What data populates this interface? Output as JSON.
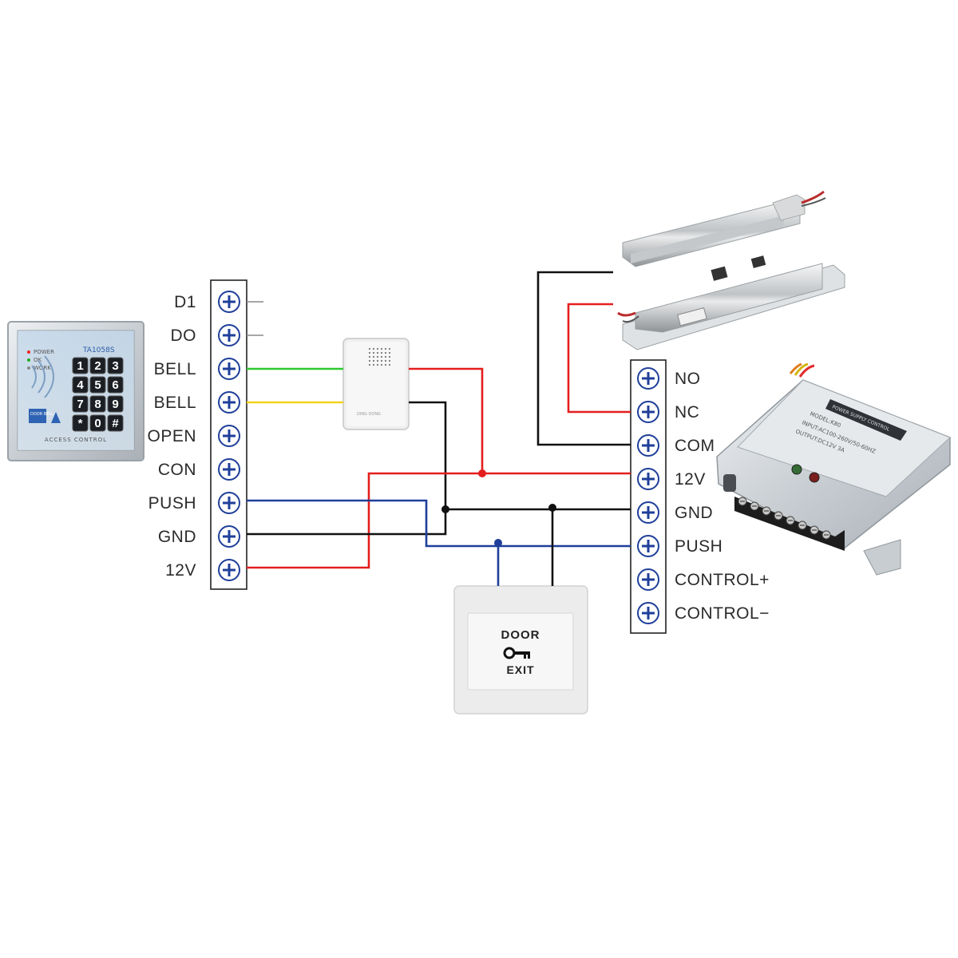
{
  "colors": {
    "wire_red": "#e41e1e",
    "wire_black": "#111111",
    "wire_blue": "#1f3f9a",
    "wire_green": "#2cc92c",
    "wire_yellow": "#f2d21b",
    "wire_gray": "#888888",
    "terminal_plus": "#1f3f9a"
  },
  "left_terminal": {
    "labels": [
      "D1",
      "DO",
      "BELL",
      "BELL",
      "OPEN",
      "CON",
      "PUSH",
      "GND",
      "12V"
    ]
  },
  "right_terminal": {
    "labels": [
      "NO",
      "NC",
      "COM",
      "12V",
      "GND",
      "PUSH",
      "CONTROL+",
      "CONTROL−"
    ]
  },
  "keypad": {
    "model": "TA1058S",
    "leds": [
      "POWER",
      "OK",
      "WORK"
    ],
    "keys": [
      "1",
      "2",
      "3",
      "4",
      "5",
      "6",
      "7",
      "8",
      "9",
      "*",
      "0",
      "#"
    ],
    "doorbell_key": "DOOR BELL",
    "footer": "ACCESS CONTROL"
  },
  "doorbell": {
    "label": "DING DONG"
  },
  "exit_button": {
    "line1": "DOOR",
    "line2": "EXIT"
  },
  "power_supply": {
    "title": "POWER SUPPLY CONTROL",
    "model": "MODEL:K80",
    "input": "INPUT:AC100-260V/50-60HZ",
    "output": "OUTPUT:DC12V 3A"
  }
}
